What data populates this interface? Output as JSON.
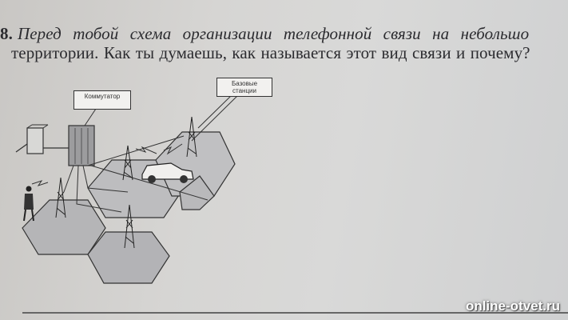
{
  "question": {
    "number": "8.",
    "line1": "Перед тобой схема организации телефонной связи на небольшо",
    "line2": "территории. Как ты думаешь, как называется этот вид связи и почему?"
  },
  "diagram": {
    "switch_label": "Коммутатор",
    "base_label_line1": "Базовые",
    "base_label_line2": "станции",
    "icons": [
      "telephone-exchange-icon",
      "switch-cabinet-icon",
      "radio-tower-icon",
      "car-icon",
      "person-with-phone-icon"
    ]
  },
  "watermark": "online-otvet.ru"
}
